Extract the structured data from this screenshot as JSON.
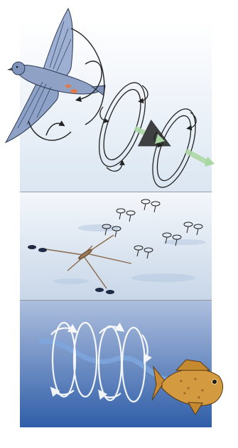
{
  "figure": {
    "panels": [
      {
        "id": "air",
        "subject": "bird",
        "wake": "vortex-rings"
      },
      {
        "id": "surface",
        "subject": "water-strider",
        "wake": "surface-dimple-vortex-pairs"
      },
      {
        "id": "underwater",
        "subject": "fish",
        "wake": "reverse-karman-vortex-street"
      }
    ],
    "colors": {
      "background": "#ffffff",
      "air_top": "#ffffff",
      "air_bottom": "#dbe6f2",
      "surface_top": "#f4f7fb",
      "surface_bottom": "#c7d6e8",
      "water_top": "#aebfde",
      "water_bottom": "#2f5ea8",
      "vortex_stroke": "#222222",
      "flow_arrow": "#a9d7a0",
      "bird_body": "#8fa2c6",
      "fish_body": "#d49a3f",
      "strider": "#9a7a5a",
      "water_vortex": "#ffffff"
    },
    "icons": [
      "bird-icon",
      "water-strider-icon",
      "fish-icon"
    ]
  }
}
